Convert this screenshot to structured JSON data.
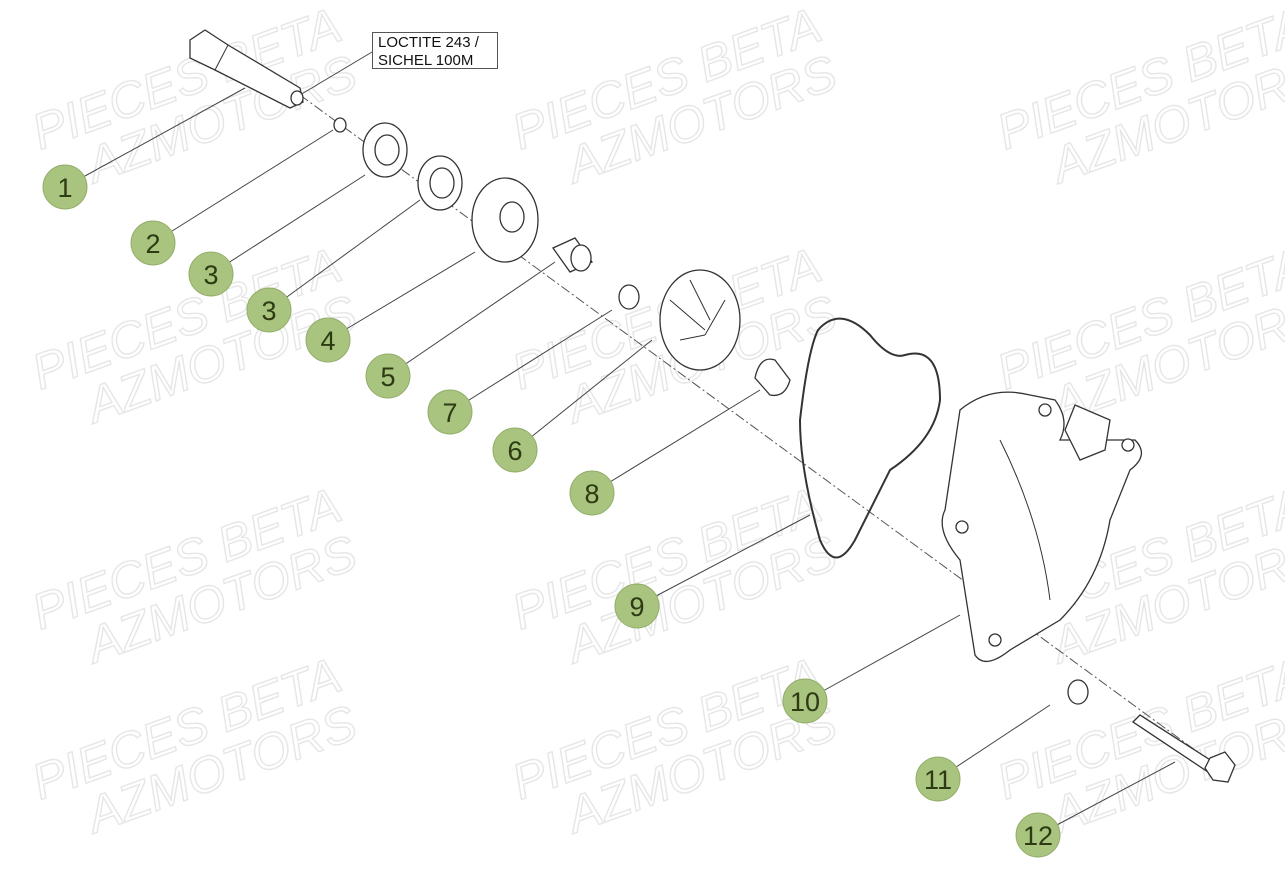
{
  "watermark": {
    "line1": "PIECES BETA",
    "line2": "AZMOTORS"
  },
  "note": {
    "line1": "LOCTITE 243 /",
    "line2": "SICHEL 100M"
  },
  "callouts": [
    "1",
    "2",
    "3",
    "3",
    "4",
    "5",
    "7",
    "6",
    "8",
    "9",
    "10",
    "11",
    "12"
  ],
  "colors": {
    "badge": "#a8c47e",
    "badge_text": "#2d3a14"
  }
}
